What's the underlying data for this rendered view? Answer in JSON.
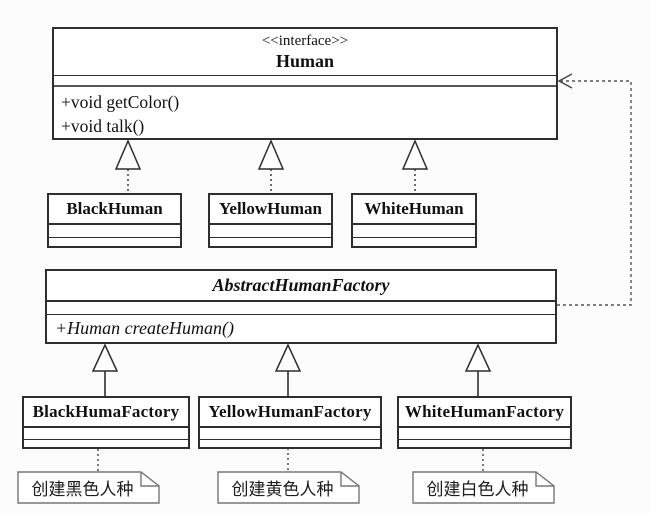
{
  "diagram": {
    "interface": {
      "stereotype": "<<interface>>",
      "name": "Human",
      "methods": [
        "+void getColor()",
        "+void talk()"
      ]
    },
    "classes": [
      {
        "name": "BlackHuman"
      },
      {
        "name": "YellowHuman"
      },
      {
        "name": "WhiteHuman"
      }
    ],
    "abstract_factory": {
      "name": "AbstractHumanFactory",
      "methods": [
        "+Human createHuman()"
      ]
    },
    "factories": [
      {
        "name": "BlackHumaFactory"
      },
      {
        "name": "YellowHumanFactory"
      },
      {
        "name": "WhiteHumanFactory"
      }
    ],
    "notes": [
      {
        "text": "创建黑色人种"
      },
      {
        "text": "创建黄色人种"
      },
      {
        "text": "创建白色人种"
      }
    ],
    "relationships": {
      "realization": "dashed line with hollow triangle (classes implement Human)",
      "generalization": "solid line with hollow triangle (factories extend AbstractHumanFactory)",
      "dependency": "dashed open-arrow from AbstractHumanFactory to Human"
    },
    "colors": {
      "line": "#2e2e2e",
      "dashed_line": "#555555",
      "note_border": "#777777",
      "background": "#fcfcfc",
      "text": "#111111"
    }
  }
}
